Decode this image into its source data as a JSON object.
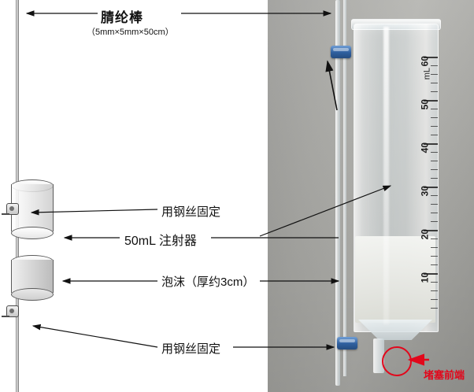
{
  "diagram": {
    "title": "腈纶棒",
    "subtitle": "（5mm×5mm×50cm）",
    "labels": {
      "wire_fix_top": "用钢丝固定",
      "syringe": "50mL 注射器",
      "foam": "泡沫（厚约3cm）",
      "wire_fix_bottom": "用钢丝固定",
      "plunger_tip": "堵塞前端"
    }
  },
  "syringe_scale": {
    "unit": "mL",
    "ticks": [
      "60",
      "50",
      "40",
      "30",
      "20",
      "10"
    ]
  },
  "colors": {
    "accent_red": "#e2071b",
    "clip_blue": "#2f5f9e",
    "line": "#111111",
    "photo_bg": "#a7a7a3"
  }
}
